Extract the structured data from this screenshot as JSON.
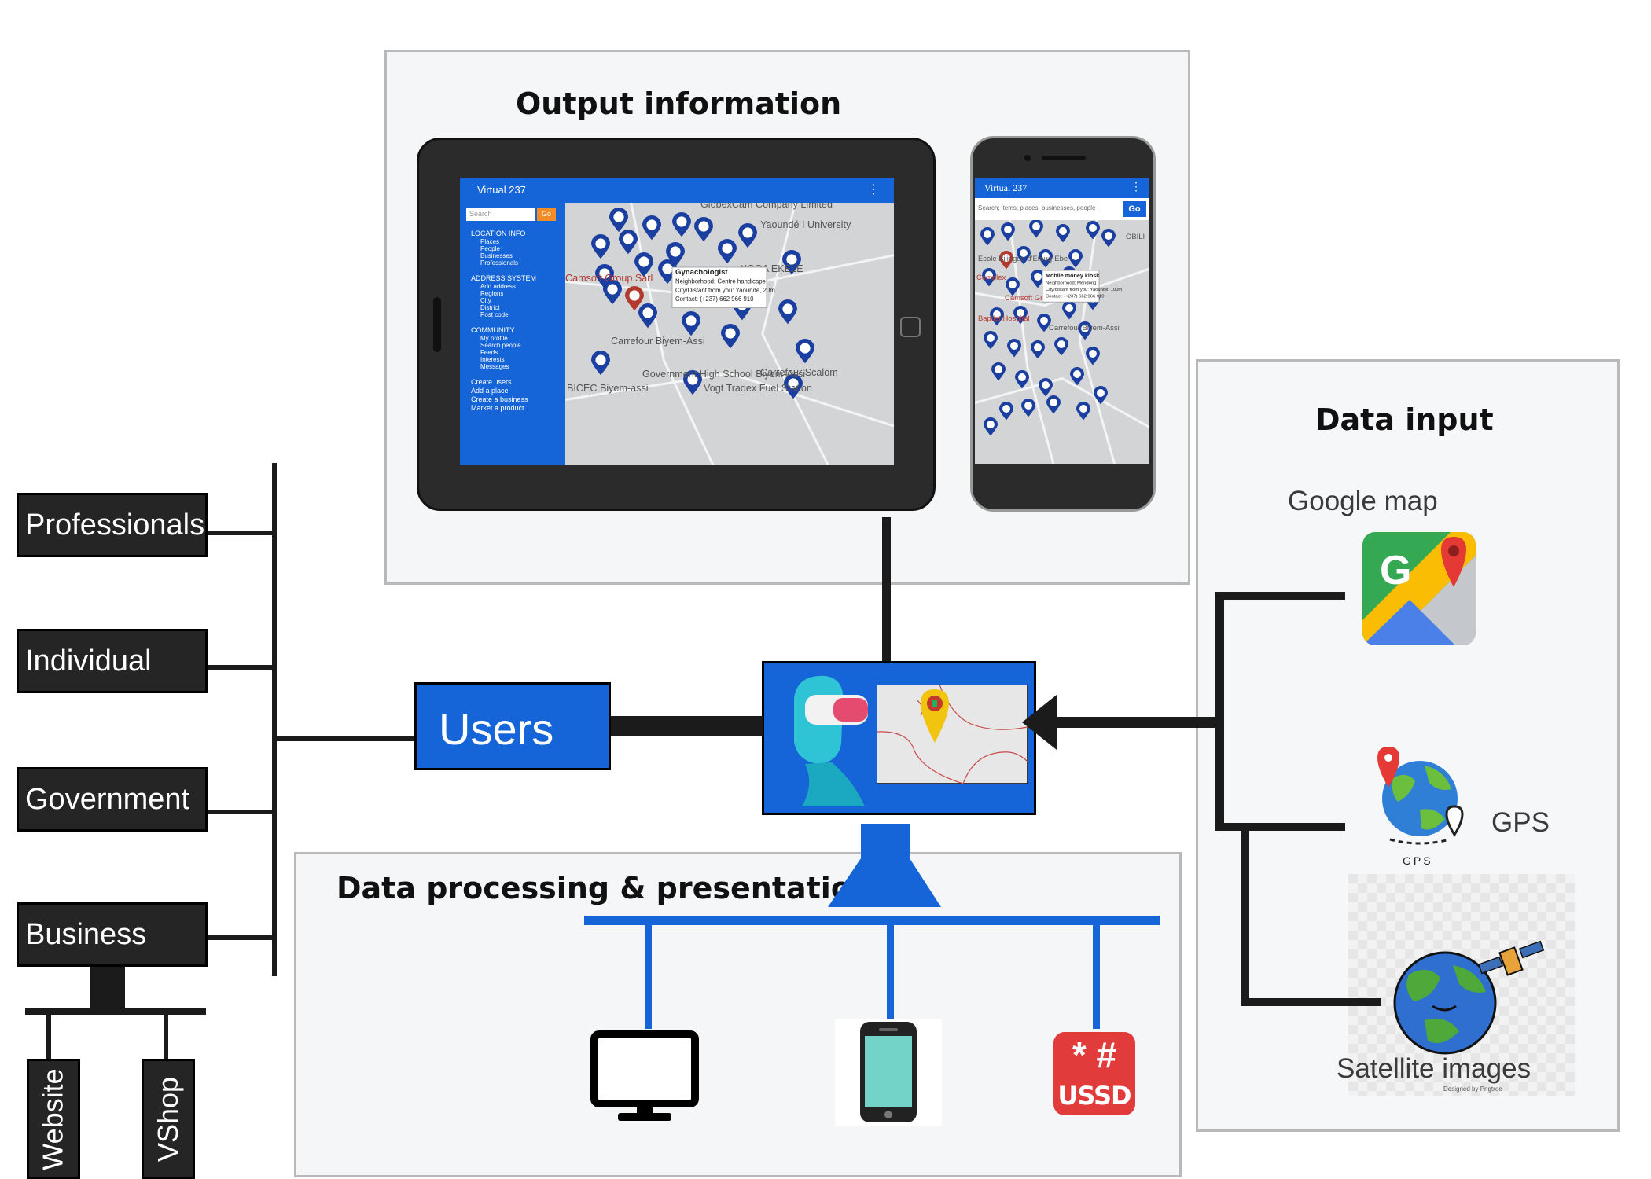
{
  "output_panel": {
    "title": "Output information"
  },
  "processing_panel": {
    "title": "Data processing & presentation"
  },
  "input_panel": {
    "title": "Data input",
    "sources": [
      {
        "label": "Google map",
        "icon": "google-maps-icon"
      },
      {
        "label": "GPS",
        "icon": "gps-globe-icon",
        "sublabel": "GPS"
      },
      {
        "label": "Satellite images",
        "icon": "satellite-globe-icon",
        "credit": "Designed by Pngtree"
      }
    ]
  },
  "users": {
    "label": "Users"
  },
  "user_types": [
    "Professionals",
    "Individual",
    "Government",
    "Business"
  ],
  "business_channels": [
    "Website",
    "VShop"
  ],
  "channels": [
    {
      "name": "computer",
      "icon": "monitor-icon"
    },
    {
      "name": "mobile",
      "icon": "smartphone-icon"
    },
    {
      "name": "ussd",
      "icon": "ussd-icon",
      "symbols": "* #",
      "text": "USSD"
    }
  ],
  "tablet_app": {
    "title": "Virtual 237",
    "search_placeholder": "Search",
    "go": "Go",
    "sections": [
      {
        "header": "LOCATION INFO",
        "items": [
          "Places",
          "People",
          "Businesses",
          "Professionals"
        ]
      },
      {
        "header": "ADDRESS SYSTEM",
        "items": [
          "Add address",
          "Regions",
          "City",
          "District",
          "Post code"
        ]
      },
      {
        "header": "COMMUNITY",
        "items": [
          "My profile",
          "Search people",
          "Feeds",
          "Interests",
          "Messages"
        ]
      }
    ],
    "actions": [
      "Create users",
      "Add a place",
      "Create a business",
      "Market a product"
    ],
    "map_labels": [
      "GlobexCam Company Limited",
      "Yaoundé I University",
      "Camsoft Group Sarl",
      "Carrefour Biyem-Assi",
      "Government High School Biyem-Assi",
      "BICEC Biyem-assi",
      "Vogt Tradex Fuel Station",
      "Carrefour Scalom",
      "NGOA EKELE"
    ],
    "popup": [
      "Gynachologist",
      "Neighborhood: Centre handicape",
      "City/Distant from you: Yaounde, 20m",
      "Contact: (+237) 662 966 910"
    ]
  },
  "phone_app": {
    "title": "Virtual 237",
    "search_placeholder": "Search; items, places, businesses, people",
    "go": "Go",
    "map_labels": [
      "OBILI",
      "Ecole Bilingue d'Etoug-Ebe",
      "Complex",
      "Camsoft Group Sarl",
      "Baptist Hospital",
      "Carrefour Biyem-Assi"
    ],
    "popup": [
      "Mobile money kiosk",
      "Neighborhood: Mendong",
      "City/distant from you: Yaounde, 100m",
      "Contact: (+237) 662 966 910"
    ]
  },
  "colors": {
    "blue": "#1565d8",
    "dark": "#252525",
    "panel": "#f4f6f8",
    "map": "#d3d4d6"
  }
}
